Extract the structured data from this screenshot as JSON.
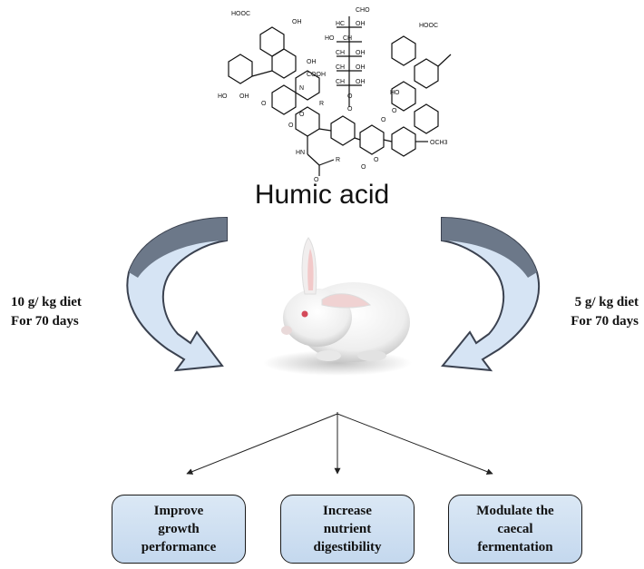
{
  "diagram": {
    "molecule_labels": [
      "HOOC",
      "OH",
      "HO",
      "OH",
      "OH",
      "N",
      "COOH",
      "R",
      "O",
      "O",
      "CHO",
      "HC",
      "OH",
      "HO",
      "CH",
      "CH",
      "OH",
      "CH",
      "OH",
      "CH",
      "OH",
      "O",
      "O",
      "HOOC",
      "HO",
      "O",
      "O",
      "O",
      "O",
      "OCH3",
      "HN",
      "R",
      "O",
      "O"
    ],
    "title": "Humic acid",
    "left_dose": {
      "line1": "10 g/ kg diet",
      "line2": "For 70 days"
    },
    "right_dose": {
      "line1": "5 g/ kg diet",
      "line2": "For 70 days"
    },
    "effects": [
      {
        "line1": "Improve",
        "line2": "growth",
        "line3": "performance"
      },
      {
        "line1": "Increase",
        "line2": "nutrient",
        "line3": "digestibility"
      },
      {
        "line1": "Modulate the",
        "line2": "caecal",
        "line3": "fermentation"
      }
    ],
    "colors": {
      "arrow_fill": "#d6e4f4",
      "arrow_stroke": "#3b4250",
      "box_fill": "#cfdff0",
      "line": "#222222"
    }
  }
}
